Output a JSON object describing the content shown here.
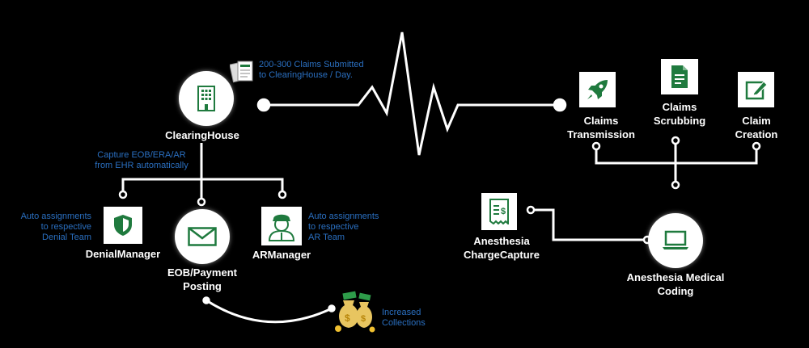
{
  "top_note": [
    "200-300 Claims Submitted",
    "to  ClearingHouse / Day."
  ],
  "clearinghouse": {
    "label": "ClearingHouse"
  },
  "capture_note": [
    "Capture EOB/ERA/AR",
    "from EHR automatically"
  ],
  "denial_note": [
    "Auto assignments",
    "to respective",
    "Denial Team"
  ],
  "denial_manager": {
    "label": "DenialManager"
  },
  "eob": {
    "label": [
      "EOB/Payment",
      "Posting"
    ]
  },
  "ar_note": [
    "Auto assignments",
    "to respective",
    "AR Team"
  ],
  "ar_manager": {
    "label": "ARManager"
  },
  "collections": {
    "label": [
      "Increased",
      "Collections"
    ]
  },
  "claims_transmission": {
    "label": [
      "Claims",
      "Transmission"
    ]
  },
  "claims_scrubbing": {
    "label": [
      "Claims",
      "Scrubbing"
    ]
  },
  "claim_creation": {
    "label": [
      "Claim",
      "Creation"
    ]
  },
  "charge_capture": {
    "label": [
      "Anesthesia",
      "ChargeCapture"
    ]
  },
  "medical_coding": {
    "label": [
      "Anesthesia Medical",
      "Coding"
    ]
  },
  "colors": {
    "green": "#1f7a3e",
    "blue": "#2a6fc0",
    "line": "#ffffff",
    "bg": "#000000"
  }
}
